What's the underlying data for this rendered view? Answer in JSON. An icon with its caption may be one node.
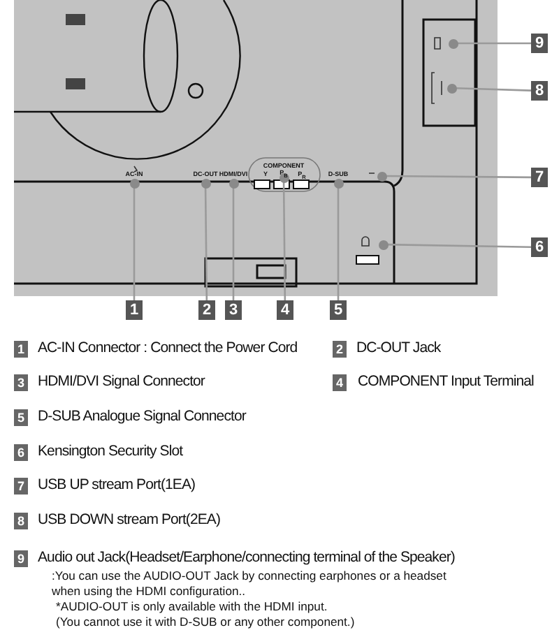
{
  "diagram": {
    "nodes": [
      {
        "text": [
          "1"
        ]
      },
      {
        "text": [
          "2"
        ]
      },
      {
        "text": [
          "3"
        ]
      },
      {
        "text": [
          "4"
        ]
      },
      {
        "text": [
          "5"
        ]
      },
      {
        "text": [
          "6"
        ]
      },
      {
        "text": [
          "7"
        ]
      },
      {
        "text": [
          "8"
        ]
      },
      {
        "text": [
          "9"
        ]
      },
      {
        "text": [],
        "shape": "circle"
      },
      {
        "text": [],
        "shape": "circle"
      },
      {
        "text": [],
        "shape": "circle"
      },
      {
        "text": [],
        "shape": "circle"
      },
      {
        "text": [],
        "shape": "circle"
      },
      {
        "text": [],
        "shape": "circle"
      },
      {
        "text": [],
        "shape": "circle"
      },
      {
        "text": [],
        "shape": "circle"
      },
      {
        "text": [],
        "shape": "circle"
      }
    ],
    "edges": [
      {
        "from": 0,
        "to": 9,
        "arrow": "none"
      },
      {
        "from": 1,
        "to": 10,
        "arrow": "none"
      },
      {
        "from": 2,
        "to": 11,
        "arrow": "none"
      },
      {
        "from": 3,
        "to": 12,
        "arrow": "none"
      },
      {
        "from": 4,
        "to": 13,
        "arrow": "none"
      },
      {
        "from": 5,
        "to": 14,
        "arrow": "none"
      },
      {
        "from": 6,
        "to": 15,
        "arrow": "none"
      },
      {
        "from": 7,
        "to": 16,
        "arrow": "none"
      },
      {
        "from": 8,
        "to": 17,
        "arrow": "none"
      }
    ],
    "labels": [
      "AC-IN",
      "DC-OUT",
      "HDMI/DVI",
      "COMPONENT",
      "Y",
      "P$_{B}$",
      "P$_{R}$",
      "D-SUB",
      "1",
      "AC-IN Connector : Connect the Power Cord",
      "2",
      "DC-OUT Jack",
      "3",
      "HDMI/DVI Signal Connector",
      "4",
      "COMPONENT Input Terminal",
      "5",
      "D-SUB Analogue Signal Connector",
      "6",
      "Kensington Security Slot",
      "7",
      "USB UP stream Port(1EA)",
      "8",
      "USB DOWN stream Port(2EA)",
      "9",
      "Audio out Jack(Headset/Earphone/connecting terminal of the Speaker)",
      ":You can use the AUDIO-OUT Jack by connecting earphones or a headset when using the HDMI configuration..",
      "*AUDIO-OUT is only available with the HDMI input.",
      "(You cannot use it with D-SUB or any other component.)"
    ]
  }
}
